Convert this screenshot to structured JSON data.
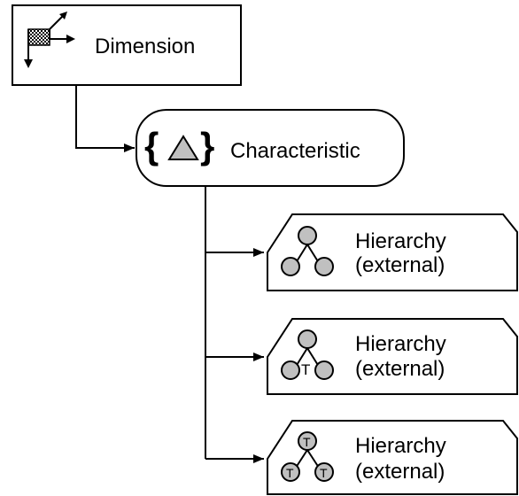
{
  "diagram": {
    "dimension": {
      "label": "Dimension",
      "icon": "dimension-axes-icon"
    },
    "characteristic": {
      "label": "Characteristic",
      "icon": "characteristic-brace-triangle-icon"
    },
    "hierarchies": [
      {
        "line1": "Hierarchy",
        "line2": "(external)",
        "icon": "hierarchy-tree-icon"
      },
      {
        "line1": "Hierarchy",
        "line2": "(external)",
        "icon": "hierarchy-tree-text-node-icon"
      },
      {
        "line1": "Hierarchy",
        "line2": "(external)",
        "icon": "hierarchy-tree-all-text-nodes-icon"
      }
    ],
    "colors": {
      "line": "#000000",
      "node_fill": "#c0c0c0",
      "box_fill": "#ffffff"
    }
  }
}
